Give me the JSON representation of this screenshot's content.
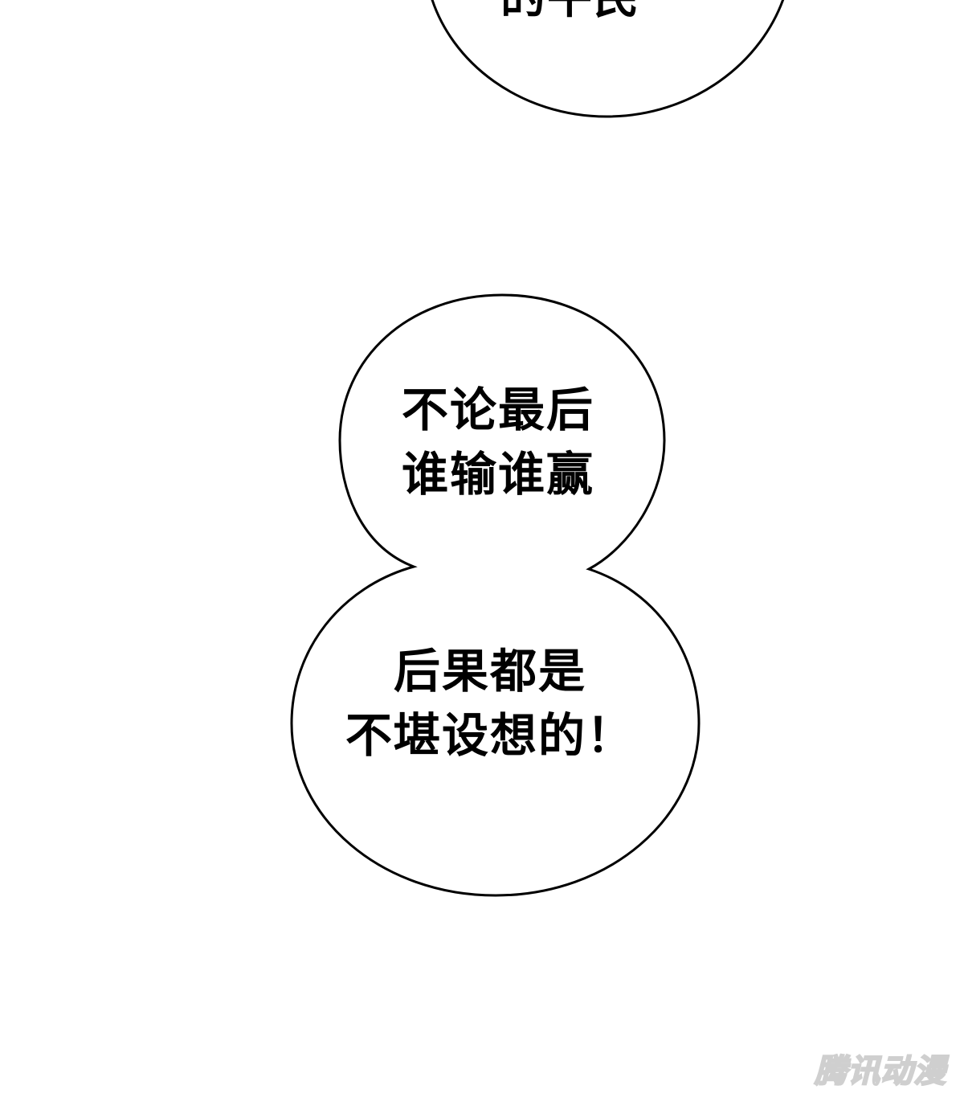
{
  "bubbles": {
    "top": {
      "lines": [
        "的平民"
      ]
    },
    "upper": {
      "lines": [
        "不论最后",
        "谁输谁赢"
      ]
    },
    "lower": {
      "lines": [
        "后果都是",
        "不堪设想的！"
      ]
    }
  },
  "watermark": {
    "text": "腾讯动漫"
  }
}
